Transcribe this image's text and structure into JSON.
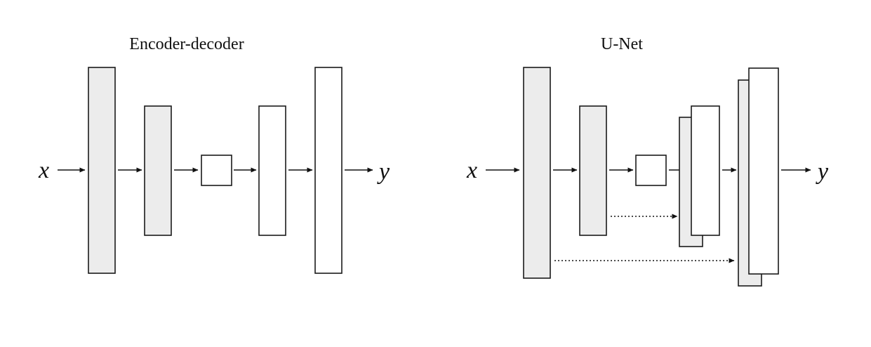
{
  "page": {
    "background": "#ffffff"
  },
  "colors": {
    "encoder_fill": "#ececec",
    "decoder_fill": "#ffffff",
    "stroke": "#1a1a1a"
  },
  "encoder_decoder": {
    "title": "Encoder-decoder",
    "input_label": "x",
    "output_label": "y",
    "layers": [
      {
        "name": "encoder-layer-1",
        "type": "encoder",
        "size": "tall",
        "fill": "gray"
      },
      {
        "name": "encoder-layer-2",
        "type": "encoder",
        "size": "medium",
        "fill": "gray"
      },
      {
        "name": "bottleneck",
        "type": "bottleneck",
        "size": "small",
        "fill": "white"
      },
      {
        "name": "decoder-layer-1",
        "type": "decoder",
        "size": "medium",
        "fill": "white"
      },
      {
        "name": "decoder-layer-2",
        "type": "decoder",
        "size": "tall",
        "fill": "white"
      }
    ]
  },
  "unet": {
    "title": "U-Net",
    "input_label": "x",
    "output_label": "y",
    "layers": [
      {
        "name": "encoder-layer-1",
        "type": "encoder",
        "size": "tall",
        "fill": "gray"
      },
      {
        "name": "encoder-layer-2",
        "type": "encoder",
        "size": "medium",
        "fill": "gray"
      },
      {
        "name": "bottleneck",
        "type": "bottleneck",
        "size": "small",
        "fill": "white"
      },
      {
        "name": "decoder-layer-1",
        "type": "decoder",
        "size": "medium",
        "fill": "white",
        "concatenated_skip": true
      },
      {
        "name": "decoder-layer-2",
        "type": "decoder",
        "size": "tall",
        "fill": "white",
        "concatenated_skip": true
      }
    ],
    "skip_connections": [
      {
        "from": "encoder-layer-2",
        "to": "decoder-layer-1",
        "style": "dotted"
      },
      {
        "from": "encoder-layer-1",
        "to": "decoder-layer-2",
        "style": "dotted"
      }
    ]
  }
}
